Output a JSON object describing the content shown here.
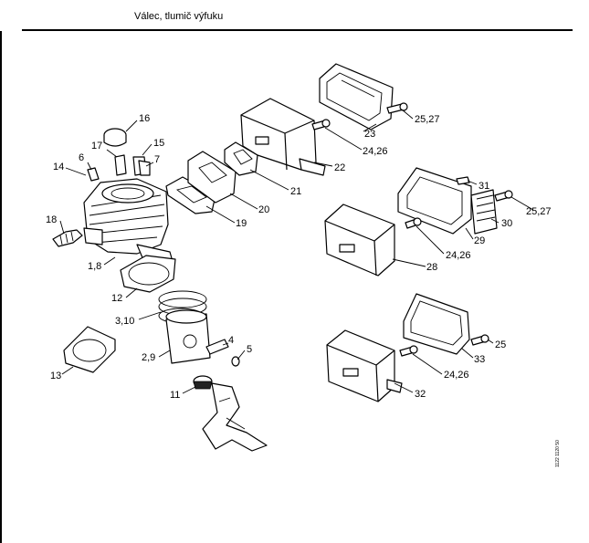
{
  "header": {
    "title": "Válec, tlumič výfuku"
  },
  "callouts": {
    "c16": "16",
    "c17": "17",
    "c15": "15",
    "c6": "6",
    "c7": "7",
    "c14": "14",
    "c18": "18",
    "c1_8": "1,8",
    "c12": "12",
    "c3_10": "3,10",
    "c2_9": "2,9",
    "c4": "4",
    "c5": "5",
    "c11": "11",
    "c13": "13",
    "c19": "19",
    "c20": "20",
    "c21": "21",
    "c22": "22",
    "c23": "23",
    "c24_26a": "24,26",
    "c25_27a": "25,27",
    "c31": "31",
    "c25_27b": "25,27",
    "c30": "30",
    "c29": "29",
    "c24_26b": "24,26",
    "c28": "28",
    "c25": "25",
    "c33": "33",
    "c24_26c": "24,26",
    "c32": "32"
  },
  "reference_code": "1122 1120 50"
}
